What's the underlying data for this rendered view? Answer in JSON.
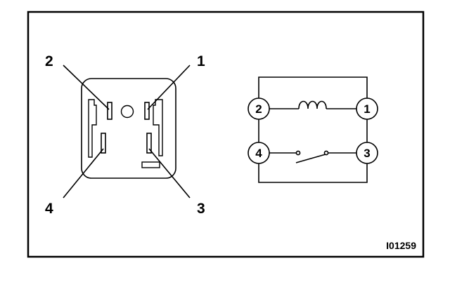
{
  "relay": {
    "pin_labels": {
      "p1": "1",
      "p2": "2",
      "p3": "3",
      "p4": "4"
    }
  },
  "schematic": {
    "nodes": {
      "n1": "1",
      "n2": "2",
      "n3": "3",
      "n4": "4"
    }
  },
  "figure_code": "I01259"
}
